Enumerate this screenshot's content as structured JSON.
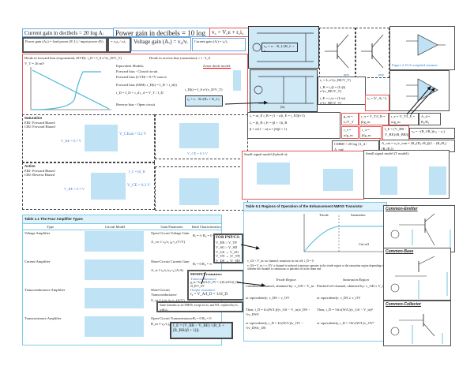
{
  "gains": {
    "current_db": "Current gain in decibels = 20 log Aᵢ",
    "power_db": "Power gain in decibels = 10 log Aₚ",
    "vc": "v꜀ = V꜀ᴇ + r꜀i꜀",
    "power_gain": "Power gain (Aₚ) = load power (P_L) / input power (Pᵢ)",
    "power_gain_eq": "= v₀i₀ / vᵢiᵢ",
    "voltage_gain": "Voltage gain (Aᵥ) = v₀/vᵢ",
    "current_gain": "Current gain (Aᵢ) = i₀/iᵢ"
  },
  "diode": {
    "forward": "Diode in forward bias (exponential, ISVD): i_D = I_S e^(v_D/V_T)",
    "reverse": "Diode in reverse bias (saturation): i = −I_S",
    "vt": "V_T = 26 mV",
    "models_title": "Equivalent Models:",
    "model1": "Forward bias - Closed circuit",
    "model2": "Forward bias (CVD) = 0.7V source",
    "small_signal": "Forward bias (SSM):  i_D(t) = I_D + i_d(t)",
    "sum": "i_D = I_D + i_d     r_d = V_T / I_D",
    "reverse_model": "Reverse bias - Open circuit",
    "zener": "Zener diode model:",
    "id_eq": "i_D(t) = I_S e^(v_D/V_T)",
    "divider": "i₀ = iₛ · Rₛ/(Rₛ + R_L)"
  },
  "sources": {
    "vdiv": "v₀ = vₛ · R_L/(R_L + Rₛ)",
    "caption_b": "(b)"
  },
  "transistors": {
    "npn": "npn",
    "pnp": "pnp",
    "summer": "Figure 2.10 A weighted summer."
  },
  "bjt_eq": {
    "ic": "i꜀ = Iₛ e^(v_BE/V_T)",
    "ib": "i_B = i꜀/β = (Iₛ/β) e^(v_BE/V_T)",
    "ie": "i_E = i꜀/α = (Iₛ/α) e^(v_BE/V_T)",
    "ro": "r₀ = |V_A| / I꜀"
  },
  "alpha_beta": {
    "l1": "i꜀ = αi_E     i_B = (1 − α)i_E = i_E/(β+1)",
    "l2": "i꜀ = βi_B     i_E = (β + 1)i_B",
    "l3": "β = α/(1 − α)     α = β/(β + 1)"
  },
  "small_params": {
    "gm": "g_m = I꜀/V_T",
    "rpi": "r_π = V_T/I_B = β/g_m",
    "re": "r_e = V_T/I_E = α/g_m",
    "re2": "r_e = α/g_m",
    "rpi2": "r_π = β/g_m",
    "ie2": "I_E = (V_BB − V_BE)/(R_BB/(β+1) + R_E)",
    "vo": "v₀ = −(R_f/R₁)(v₂ − v₁)",
    "ad": "A_d = R₂/R₁",
    "cmrr": "CMRR = 20 log |A_d / A_cm|",
    "adm": "A_cm = v₀/v_icm = (R₄/(R₃+R₄))(1 − (R₂/R₁)(R₃/R₄))"
  },
  "bjt_modes": {
    "sat_title": "Saturation",
    "sat1": "EBJ: Forward Biased",
    "sat2": "CBJ: Forward Biased",
    "act_title": "Active",
    "act1": "EBJ: Forward Biased",
    "act2": "CBJ: Reverse Biased",
    "vbe": "V_BE = 0.7 V",
    "vcesat": "V_CEsat = 0.2 V",
    "vce": "V_CE = 0.3 V",
    "vcea": "V_CE > 0.3 V",
    "ic": "I_C = βI_B"
  },
  "small_signal_title": "Small signal model (hybrid-π):",
  "small_signal2_title": "Small signal model (T model):",
  "table11": {
    "title": "Table 1.1   The Four Amplifier Types",
    "headers": [
      "Type",
      "Circuit Model",
      "Gain Parameter",
      "Ideal Characteristics"
    ],
    "rows": [
      {
        "type": "Voltage Amplifier",
        "gain": "Open-Circuit Voltage Gain",
        "eq": "A_vo ≡ v₀/vᵢ |ᵢ₀=₀  (V/V)",
        "ideal": "Rᵢ = ∞  R₀ = 0"
      },
      {
        "type": "Current Amplifier",
        "gain": "Short-Circuit Current Gain",
        "eq": "A_is ≡ i₀/iᵢ |v₀=₀  (A/A)",
        "ideal": "Rᵢ = 0  R₀ = ∞"
      },
      {
        "type": "Transconductance Amplifier",
        "gain": "Short-Circuit Transconductance",
        "eq": "G_m ≡ i₀/vᵢ |v₀=₀  (A/V)",
        "ideal": "Rᵢ = ∞  R₀ = ∞"
      },
      {
        "type": "Transresistance Amplifier",
        "gain": "Open-Circuit Transresistance",
        "eq": "R_m ≡ v₀/iᵢ |ᵢ₀=₀  (V/A)",
        "ideal": "Rᵢ = 0  R₀ = 0"
      }
    ]
  },
  "pnp_box": {
    "title": "FOR PNP/CS:",
    "lines": [
      "V_EB > V_TP",
      "V_SG > V_SD",
      "V_GS → V_SG",
      "V_TN → |V_TP|",
      "V_DS → |V_SD|"
    ]
  },
  "mosfet_box": {
    "title": "MOSFET transistor:",
    "l1": "Transconductance",
    "l2": "g_m = k'ₙ(W/L)V_OV = √(2k'ₙ(W/L)I_D) = 2I_D/V_OV",
    "l3": "Output resistance",
    "l4": "r₀ = V_A/I_D = 1/λI_D"
  },
  "mosfet_note": "Same formulas as for NMOS, except for k'ₙ and W/L; replaced by k'ₚ with λₚ",
  "ie_formula": "I_E = (V_BB − V_BE) / (R_E + [R_BB/(β + 1)])",
  "table51": {
    "title": "Table 5.1   Regions of Operation of the Enhancement NMOS Transistor",
    "triode": "Triode",
    "saturation": "Saturation",
    "cutoff": "Cut-off",
    "b1": "v_GS < V_tn: no channel; transistor in cut-off; i_D = 0",
    "b2": "v_GS = V_tn + v_OV: a channel is induced; transistor operates in the triode region or the saturation region depending on whether the channel is continuous or pinched off at the drain end",
    "triode_region": "Triode Region",
    "sat_region": "Saturation Region",
    "tr1": "Continuous channel, obtained by: v_GD > V_tn",
    "tr2": "or equivalently: v_DS < v_OV",
    "tr3": "Then, i_D = k'ₙ(W/L)[(v_GS − V_tn)v_DS − ½v_DS²]",
    "tr4": "or equivalently, i_D = k'ₙ(W/L)(v_OV − ½v_DS)v_DS",
    "sr1": "Pinched-off channel, obtained by: v_GD ≤ V_tn",
    "sr2": "or equivalently: v_DS ≥ v_OV",
    "sr3": "Then, i_D = ½k'ₙ(W/L)(v_GS − V_tn)²",
    "sr4": "or equivalently, i_D = ½k'ₙ(W/L)v_OV²"
  },
  "configs": {
    "ce": "Common-Emitter",
    "cb": "Common-Base",
    "cc": "Common-Collector"
  }
}
